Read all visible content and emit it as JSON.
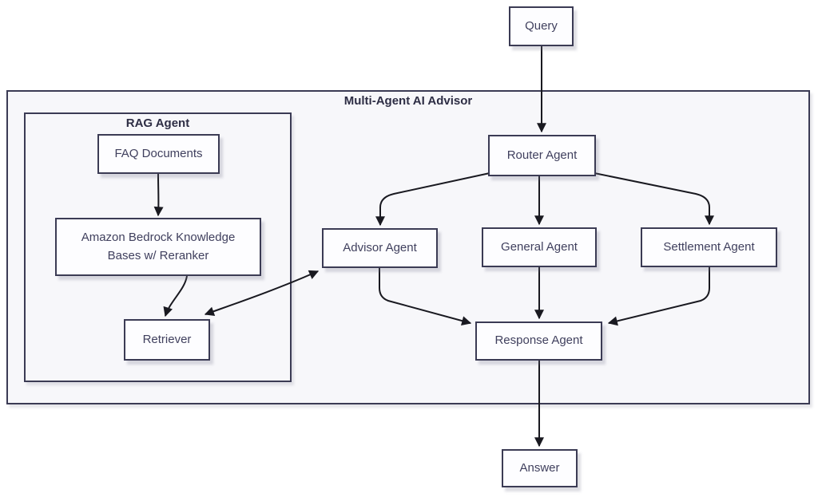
{
  "diagram": {
    "groups": {
      "outer": {
        "label": "Multi-Agent AI Advisor"
      },
      "rag": {
        "label": "RAG Agent"
      }
    },
    "nodes": {
      "query": {
        "label": "Query"
      },
      "router_agent": {
        "label": "Router Agent"
      },
      "faq_documents": {
        "label": "FAQ Documents"
      },
      "bedrock_kb": {
        "label": "Amazon Bedrock Knowledge Bases w/ Reranker"
      },
      "retriever": {
        "label": "Retriever"
      },
      "advisor_agent": {
        "label": "Advisor Agent"
      },
      "general_agent": {
        "label": "General Agent"
      },
      "settlement_agent": {
        "label": "Settlement Agent"
      },
      "response_agent": {
        "label": "Response Agent"
      },
      "answer": {
        "label": "Answer"
      }
    },
    "edges": [
      {
        "from": "query",
        "to": "router_agent",
        "direction": "one-way"
      },
      {
        "from": "faq_documents",
        "to": "bedrock_kb",
        "direction": "one-way"
      },
      {
        "from": "bedrock_kb",
        "to": "retriever",
        "direction": "one-way"
      },
      {
        "from": "retriever",
        "to": "advisor_agent",
        "direction": "two-way"
      },
      {
        "from": "router_agent",
        "to": "advisor_agent",
        "direction": "one-way"
      },
      {
        "from": "router_agent",
        "to": "general_agent",
        "direction": "one-way"
      },
      {
        "from": "router_agent",
        "to": "settlement_agent",
        "direction": "one-way"
      },
      {
        "from": "advisor_agent",
        "to": "response_agent",
        "direction": "one-way"
      },
      {
        "from": "general_agent",
        "to": "response_agent",
        "direction": "one-way"
      },
      {
        "from": "settlement_agent",
        "to": "response_agent",
        "direction": "one-way"
      },
      {
        "from": "response_agent",
        "to": "answer",
        "direction": "one-way"
      }
    ],
    "colors": {
      "node_border": "#3b3b54",
      "node_fill": "#fdfdff",
      "container_fill": "#f7f7fa",
      "arrow": "#191920",
      "node_text": "#40405e",
      "group_label_text": "#2d2d44"
    }
  }
}
